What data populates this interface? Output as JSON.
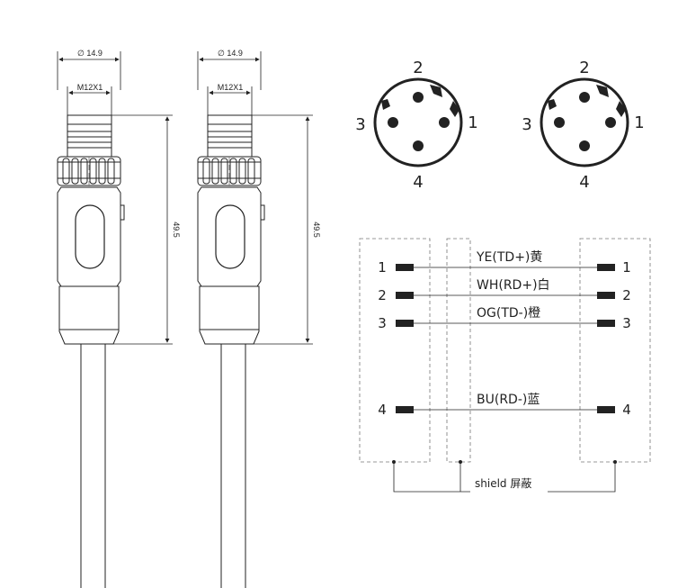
{
  "connectors": [
    {
      "diameter_symbol": "∅",
      "diameter_value": "14.9",
      "thread": "M12X1",
      "length": "49.5"
    },
    {
      "diameter_symbol": "∅",
      "diameter_value": "14.9",
      "thread": "M12X1",
      "length": "49.5"
    }
  ],
  "pin_faces": [
    {
      "pins": {
        "top": "2",
        "right": "1",
        "left": "3",
        "bottom": "4"
      }
    },
    {
      "pins": {
        "top": "2",
        "right": "1",
        "left": "3",
        "bottom": "4"
      }
    }
  ],
  "wiring": {
    "rows": [
      {
        "left_pin": "1",
        "label": "YE(TD+)黄",
        "right_pin": "1"
      },
      {
        "left_pin": "2",
        "label": "WH(RD+)白",
        "right_pin": "2"
      },
      {
        "left_pin": "3",
        "label": "OG(TD-)橙",
        "right_pin": "3"
      },
      {
        "left_pin": "4",
        "label": "BU(RD-)蓝",
        "right_pin": "4"
      }
    ],
    "shield_label": "shield 屏蔽"
  },
  "colors": {
    "line": "#222222",
    "fill_light": "#ffffff",
    "dash": "#777777"
  }
}
